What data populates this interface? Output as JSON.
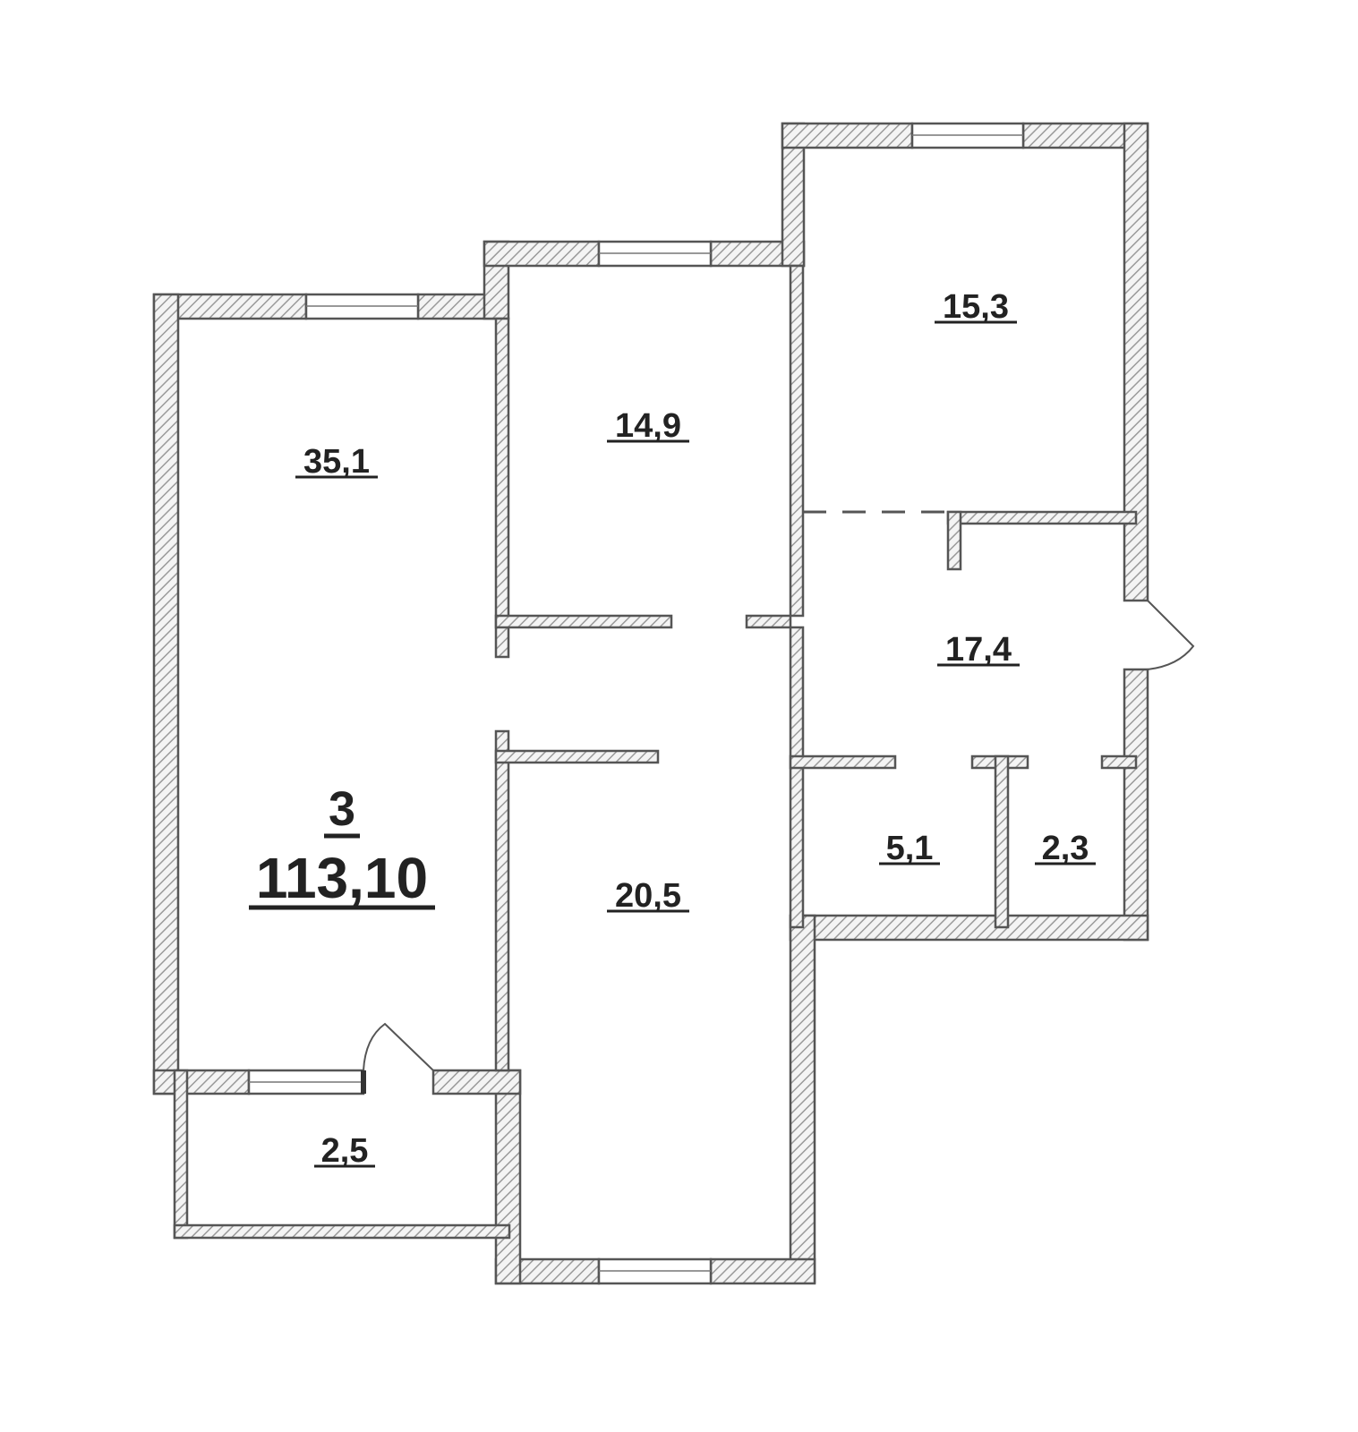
{
  "plan": {
    "apartment": {
      "rooms_count": "3",
      "total_area": "113,10"
    },
    "rooms": [
      {
        "id": "living",
        "area": "35,1"
      },
      {
        "id": "bedroom-middle",
        "area": "14,9"
      },
      {
        "id": "bedroom-right",
        "area": "15,3"
      },
      {
        "id": "hall",
        "area": "17,4"
      },
      {
        "id": "kitchen",
        "area": "20,5"
      },
      {
        "id": "bathroom",
        "area": "5,1"
      },
      {
        "id": "toilet",
        "area": "2,3"
      },
      {
        "id": "balcony",
        "area": "2,5"
      }
    ],
    "colors": {
      "wall_outline": "#555555",
      "hatch": "#9a9a9a",
      "text": "#222222"
    }
  }
}
